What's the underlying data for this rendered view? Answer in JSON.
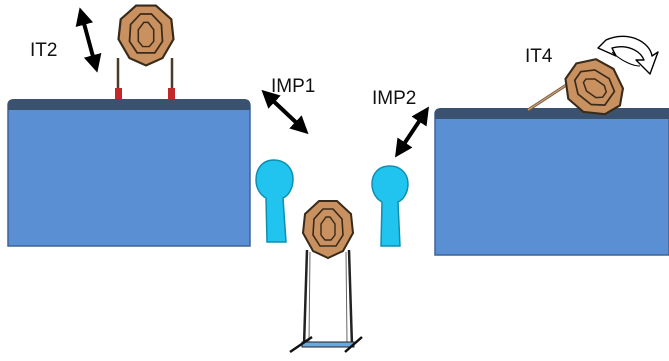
{
  "labels": {
    "it2": "IT2",
    "imp1": "IMP1",
    "imp2": "IMP2",
    "it4": "IT4"
  },
  "colors": {
    "barricade_fill": "#5b8fd3",
    "barricade_top": "#3a5270",
    "target_fill": "#c8915f",
    "target_stroke": "#3a2a1a",
    "no_shoot": "#20c4ee",
    "arrow": "#000000",
    "stand_base": "#6aa8e0"
  },
  "icons": {
    "it2_target": "steel-target-icon",
    "it4_target": "steel-target-icon",
    "center_target": "steel-target-icon",
    "imp1": "popper-icon",
    "imp2": "popper-icon",
    "it2_motion": "double-arrow-icon",
    "imp1_motion": "double-arrow-icon",
    "imp2_motion": "double-arrow-icon",
    "it4_motion": "rotate-arrow-icon"
  }
}
